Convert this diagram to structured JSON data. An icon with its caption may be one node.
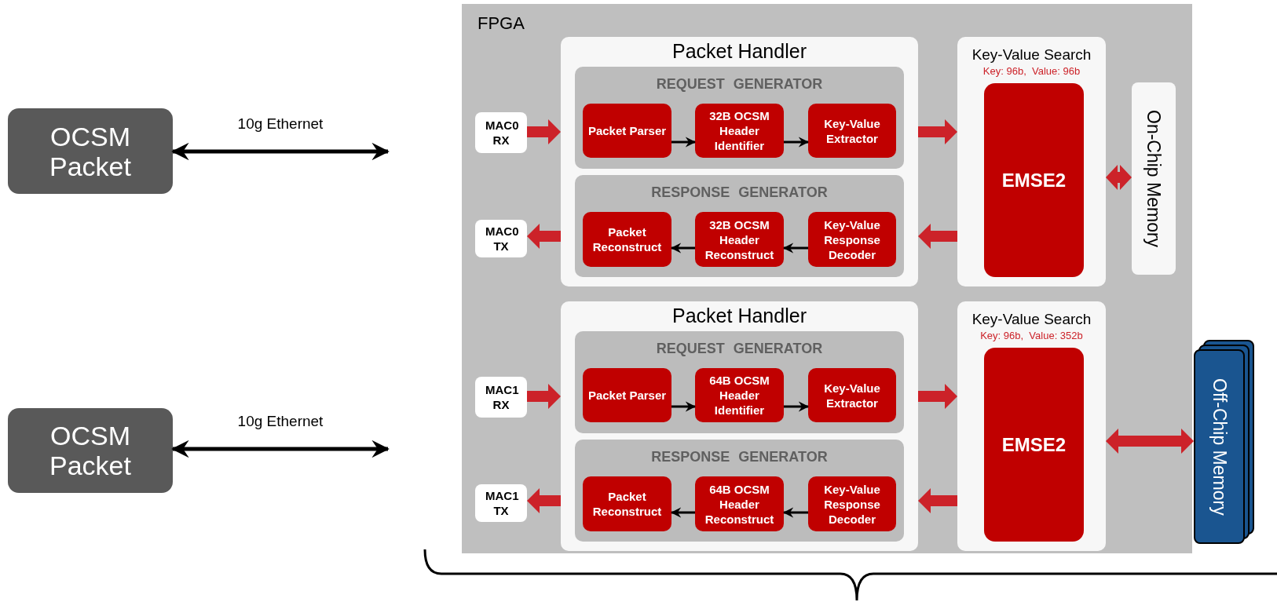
{
  "diagram": {
    "nodes": [
      {
        "text": [
          "OCSM Packet"
        ]
      },
      {
        "text": [
          "OCSM Packet"
        ]
      },
      {
        "text": [
          "FPGA"
        ]
      },
      {
        "text": [
          "Packet Handler"
        ],
        "in": 2
      },
      {
        "text": [
          "REQUEST GENERATOR"
        ],
        "in": 3
      },
      {
        "text": [
          "Packet Parser"
        ],
        "in": 4
      },
      {
        "text": [
          "32B OCSM Header Identifier"
        ],
        "in": 4
      },
      {
        "text": [
          "Key-Value Extractor"
        ],
        "in": 4
      },
      {
        "text": [
          "RESPONSE GENERATOR"
        ],
        "in": 3
      },
      {
        "text": [
          "Packet Reconstruct"
        ],
        "in": 8
      },
      {
        "text": [
          "32B OCSM Header Reconstruct"
        ],
        "in": 8
      },
      {
        "text": [
          "Key-Value Response Decoder"
        ],
        "in": 8
      },
      {
        "text": [
          "MAC0 RX"
        ],
        "in": 2
      },
      {
        "text": [
          "MAC0 TX"
        ],
        "in": 2
      },
      {
        "text": [
          "Key-Value Search",
          "Key: 96b,  Value: 96b"
        ],
        "in": 2
      },
      {
        "text": [
          "EMSE2"
        ],
        "in": 14
      },
      {
        "text": [
          "On-Chip Memory"
        ],
        "in": 2
      },
      {
        "text": [
          "Packet Handler"
        ],
        "in": 2
      },
      {
        "text": [
          "REQUEST GENERATOR"
        ],
        "in": 17
      },
      {
        "text": [
          "Packet Parser"
        ],
        "in": 18
      },
      {
        "text": [
          "64B OCSM Header Identifier"
        ],
        "in": 18
      },
      {
        "text": [
          "Key-Value Extractor"
        ],
        "in": 18
      },
      {
        "text": [
          "RESPONSE GENERATOR"
        ],
        "in": 17
      },
      {
        "text": [
          "Packet Reconstruct"
        ],
        "in": 22
      },
      {
        "text": [
          "64B OCSM Header Reconstruct"
        ],
        "in": 22
      },
      {
        "text": [
          "Key-Value Response Decoder"
        ],
        "in": 22
      },
      {
        "text": [
          "MAC1 RX"
        ],
        "in": 2
      },
      {
        "text": [
          "MAC1 TX"
        ],
        "in": 2
      },
      {
        "text": [
          "Key-Value Search",
          "Key: 96b,  Value: 352b"
        ],
        "in": 2
      },
      {
        "text": [
          "EMSE2"
        ],
        "in": 28
      },
      {
        "text": [
          "Off-Chip Memory"
        ]
      }
    ],
    "edges": [
      {
        "from": 0,
        "to": null,
        "arrow": "both",
        "label": "10g Ethernet"
      },
      {
        "from": 1,
        "to": null,
        "arrow": "both",
        "label": "10g Ethernet"
      },
      {
        "from": 12,
        "to": 3,
        "arrow": "to",
        "style": "thick",
        "color": "#cc2229"
      },
      {
        "from": 5,
        "to": 6,
        "arrow": "to"
      },
      {
        "from": 6,
        "to": 7,
        "arrow": "to"
      },
      {
        "from": 3,
        "to": 14,
        "arrow": "to",
        "style": "thick",
        "color": "#cc2229"
      },
      {
        "from": 14,
        "to": 3,
        "arrow": "to",
        "style": "thick",
        "color": "#cc2229"
      },
      {
        "from": 11,
        "to": 10,
        "arrow": "to"
      },
      {
        "from": 10,
        "to": 9,
        "arrow": "to"
      },
      {
        "from": 3,
        "to": 13,
        "arrow": "to",
        "style": "thick",
        "color": "#cc2229"
      },
      {
        "from": 14,
        "to": 16,
        "arrow": "both",
        "style": "thick",
        "color": "#cc2229"
      },
      {
        "from": 26,
        "to": 17,
        "arrow": "to",
        "style": "thick",
        "color": "#cc2229"
      },
      {
        "from": 19,
        "to": 20,
        "arrow": "to"
      },
      {
        "from": 20,
        "to": 21,
        "arrow": "to"
      },
      {
        "from": 17,
        "to": 28,
        "arrow": "to",
        "style": "thick",
        "color": "#cc2229"
      },
      {
        "from": 28,
        "to": 17,
        "arrow": "to",
        "style": "thick",
        "color": "#cc2229"
      },
      {
        "from": 25,
        "to": 24,
        "arrow": "to"
      },
      {
        "from": 24,
        "to": 23,
        "arrow": "to"
      },
      {
        "from": 17,
        "to": 27,
        "arrow": "to",
        "style": "thick",
        "color": "#cc2229"
      },
      {
        "from": 28,
        "to": 30,
        "arrow": "both",
        "style": "thick",
        "color": "#cc2229"
      }
    ]
  }
}
